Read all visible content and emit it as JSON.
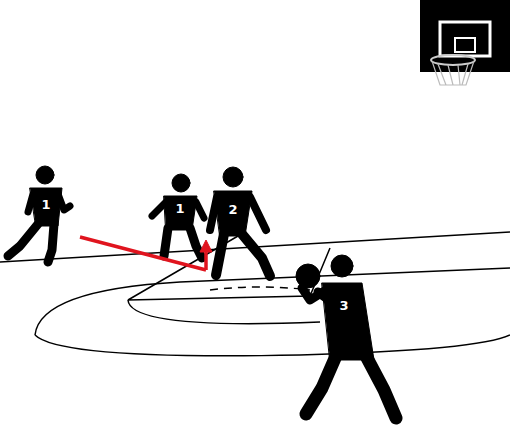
{
  "diagram": {
    "labels": [
      "1",
      "1",
      "2",
      "3"
    ]
  }
}
